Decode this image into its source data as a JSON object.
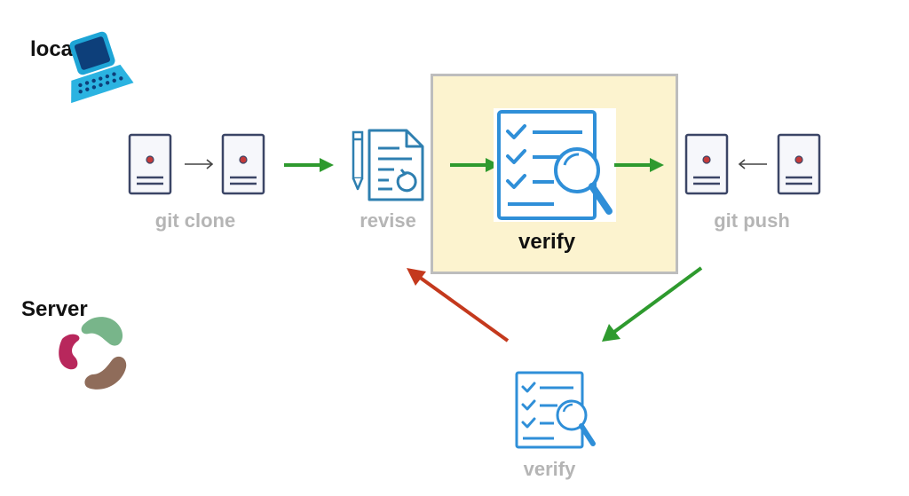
{
  "labels": {
    "local": "local",
    "server": "Server"
  },
  "steps": {
    "clone": "git clone",
    "revise": "revise",
    "verify_local": "verify",
    "push": "git push",
    "verify_server": "verify"
  },
  "colors": {
    "green_arrow": "#2e9a2e",
    "red_arrow": "#c4391d",
    "icon_blue": "#2f8fd8",
    "highlight_fill": "#fcf3cf",
    "label_gray": "#b5b5b5"
  }
}
